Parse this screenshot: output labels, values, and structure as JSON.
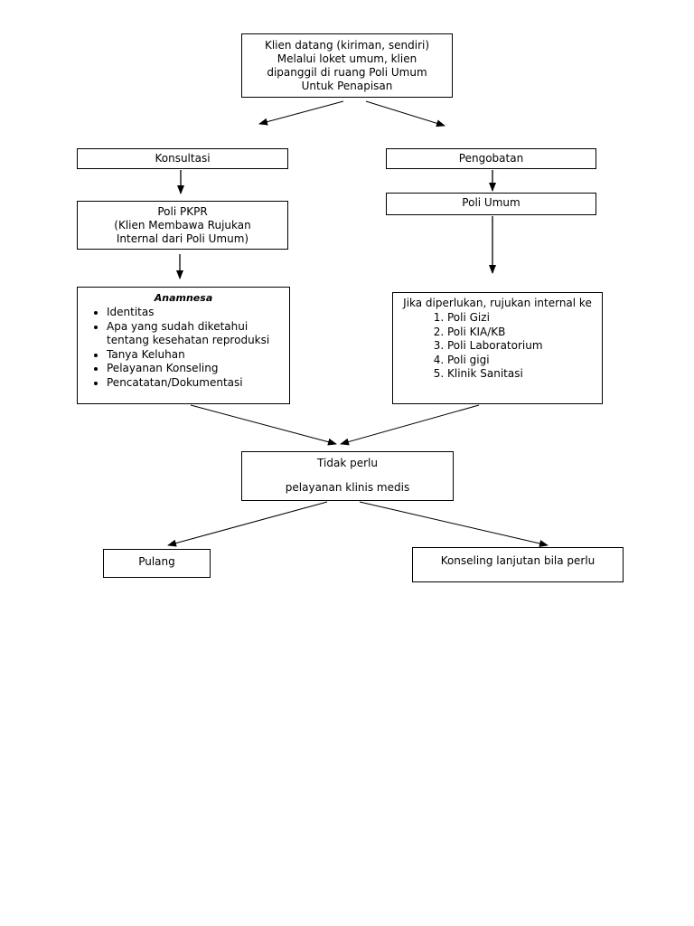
{
  "nodes": {
    "start": "Klien datang (kiriman, sendiri)\nMelalui loket umum, klien\ndipanggil di ruang Poli Umum\nUntuk Penapisan",
    "konsultasi": "Konsultasi",
    "pengobatan": "Pengobatan",
    "poli_pkpr": "Poli PKPR\n(Klien Membawa Rujukan\nInternal dari Poli Umum)",
    "poli_umum": "Poli Umum",
    "anamnesa": {
      "title": "Anamnesa",
      "items": [
        "Identitas",
        "Apa yang sudah diketahui tentang kesehatan reproduksi",
        "Tanya Keluhan",
        "Pelayanan Konseling",
        "Pencatatan/Dokumentasi"
      ]
    },
    "rujukan": {
      "heading": "Jika diperlukan, rujukan internal ke",
      "items": [
        "Poli Gizi",
        "Poli KIA/KB",
        "Poli Laboratorium",
        "Poli gigi",
        "Klinik Sanitasi"
      ]
    },
    "tidak_perlu": {
      "line1": "Tidak perlu",
      "line2": "pelayanan klinis medis"
    },
    "pulang": "Pulang",
    "konseling_lanjutan": "Konseling lanjutan bila perlu"
  }
}
